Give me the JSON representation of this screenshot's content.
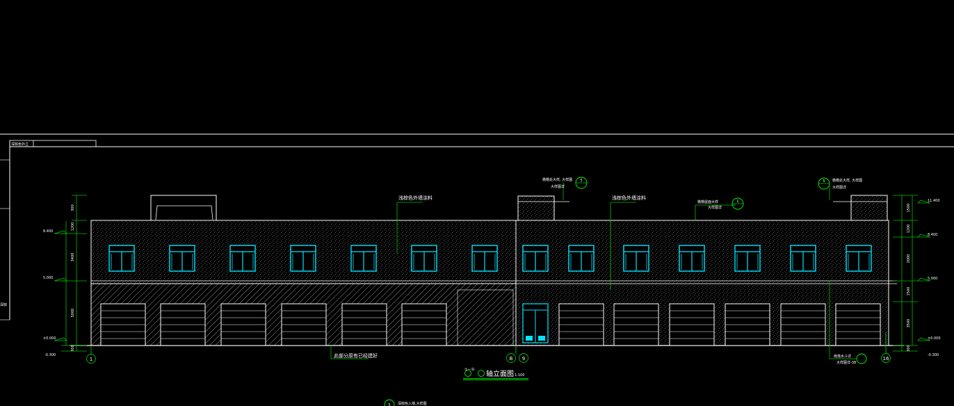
{
  "drawing": {
    "title": "轴立面图",
    "title_axis_range": "①—⑯",
    "scale": "1:100",
    "bottom_note": "深棕色入墙,大样图",
    "title_block_label": "深棕色外立",
    "frame_side_label": "深棕"
  },
  "annotations": {
    "wall_paint_left": "浅棕色外墙涂料",
    "wall_paint_right": "浅棕色外墙涂料",
    "existing_part": "此部分原有已经建好",
    "parapet_note_a": "檐檐处大样, 大样图",
    "parapet_note_a_line2": "大样图详",
    "parapet_note_b": "檐檐处大样, 大样图",
    "parapet_note_b_line2": "大样图详",
    "cornice_note": "檐檐屋面大样",
    "cornice_note_line2": "大样图详",
    "downpipe_note": "雨落水斗详",
    "downpipe_note_line2": "大样图详-38"
  },
  "axes": {
    "left_start": "1",
    "mid_b": "B",
    "mid_9": "9",
    "right_end": "16"
  },
  "elevations_left": {
    "roof": "8.400",
    "floor2": "5.000",
    "ground": "±0.000",
    "grade": "-0.300"
  },
  "elevations_right": {
    "top": "11.400",
    "roof": "8.400",
    "floor2": "5.000",
    "ground": "±0.000",
    "grade": "-0.300"
  },
  "dims_left": [
    "300",
    "1200",
    "3400",
    "5000",
    "300"
  ],
  "dims_right": [
    "1500",
    "1200",
    "2000",
    "1500",
    "3500",
    "300"
  ],
  "callout_ids": {
    "parapet_a": "5",
    "parapet_b": "5",
    "cornice": "1",
    "bottom": "5"
  },
  "colors": {
    "background": "#000000",
    "linework": "#ffffff",
    "dimension": "#00c000",
    "window": "#00e5ff",
    "callout": "#00ff00"
  },
  "icons": [
    "axis-bubble-icon",
    "callout-circle-icon",
    "elevation-marker-icon"
  ]
}
